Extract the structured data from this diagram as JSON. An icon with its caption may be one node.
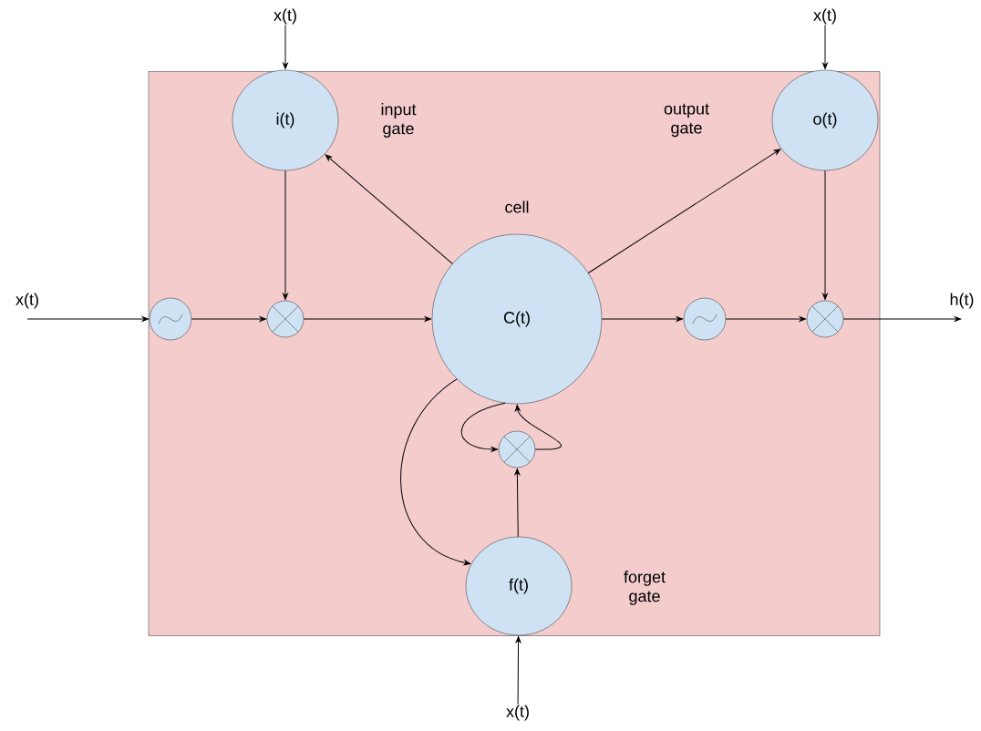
{
  "diagram": {
    "nodes": [
      {
        "text": [],
        "shape": "box"
      },
      {
        "text": [
          "i(t)"
        ],
        "in": 0,
        "beside": [
          "input gate"
        ]
      },
      {
        "text": [
          "o(t)"
        ],
        "in": 0,
        "beside": [
          "output gate"
        ]
      },
      {
        "text": [],
        "shape": "circle",
        "in": 0
      },
      {
        "text": [],
        "shape": "circle",
        "in": 0
      },
      {
        "text": [
          "C(t)"
        ],
        "in": 0,
        "beside": [
          "cell"
        ]
      },
      {
        "text": [],
        "shape": "circle",
        "in": 0
      },
      {
        "text": [],
        "shape": "circle",
        "in": 0
      },
      {
        "text": [],
        "shape": "circle",
        "in": 0
      },
      {
        "text": [
          "f(t)"
        ],
        "in": 0,
        "beside": [
          "forget gate"
        ]
      },
      {
        "text": [
          "x(t)"
        ]
      },
      {
        "text": [
          "x(t)"
        ]
      },
      {
        "text": [
          "x(t)"
        ]
      },
      {
        "text": [
          "h(t)"
        ]
      },
      {
        "text": [
          "x(t)"
        ]
      }
    ],
    "edges": [
      {
        "from": 10,
        "to": 1,
        "arrow": "to"
      },
      {
        "from": 11,
        "to": 2,
        "arrow": "to"
      },
      {
        "from": 12,
        "to": 3,
        "arrow": "to"
      },
      {
        "from": 3,
        "to": 4,
        "arrow": "to"
      },
      {
        "from": 1,
        "to": 4,
        "arrow": "to"
      },
      {
        "from": 4,
        "to": 5,
        "arrow": "to"
      },
      {
        "from": 5,
        "to": 1,
        "arrow": "to"
      },
      {
        "from": 5,
        "to": 2,
        "arrow": "to"
      },
      {
        "from": 5,
        "to": 6,
        "arrow": "to"
      },
      {
        "from": 6,
        "to": 7,
        "arrow": "to"
      },
      {
        "from": 2,
        "to": 7,
        "arrow": "to"
      },
      {
        "from": 7,
        "to": 13,
        "arrow": "to"
      },
      {
        "from": 5,
        "to": 9,
        "arrow": "to"
      },
      {
        "from": 9,
        "to": 8,
        "arrow": "to"
      },
      {
        "from": 5,
        "to": 8,
        "arrow": "to"
      },
      {
        "from": 8,
        "to": 5,
        "arrow": "to"
      },
      {
        "from": 14,
        "to": 9,
        "arrow": "to"
      }
    ]
  }
}
